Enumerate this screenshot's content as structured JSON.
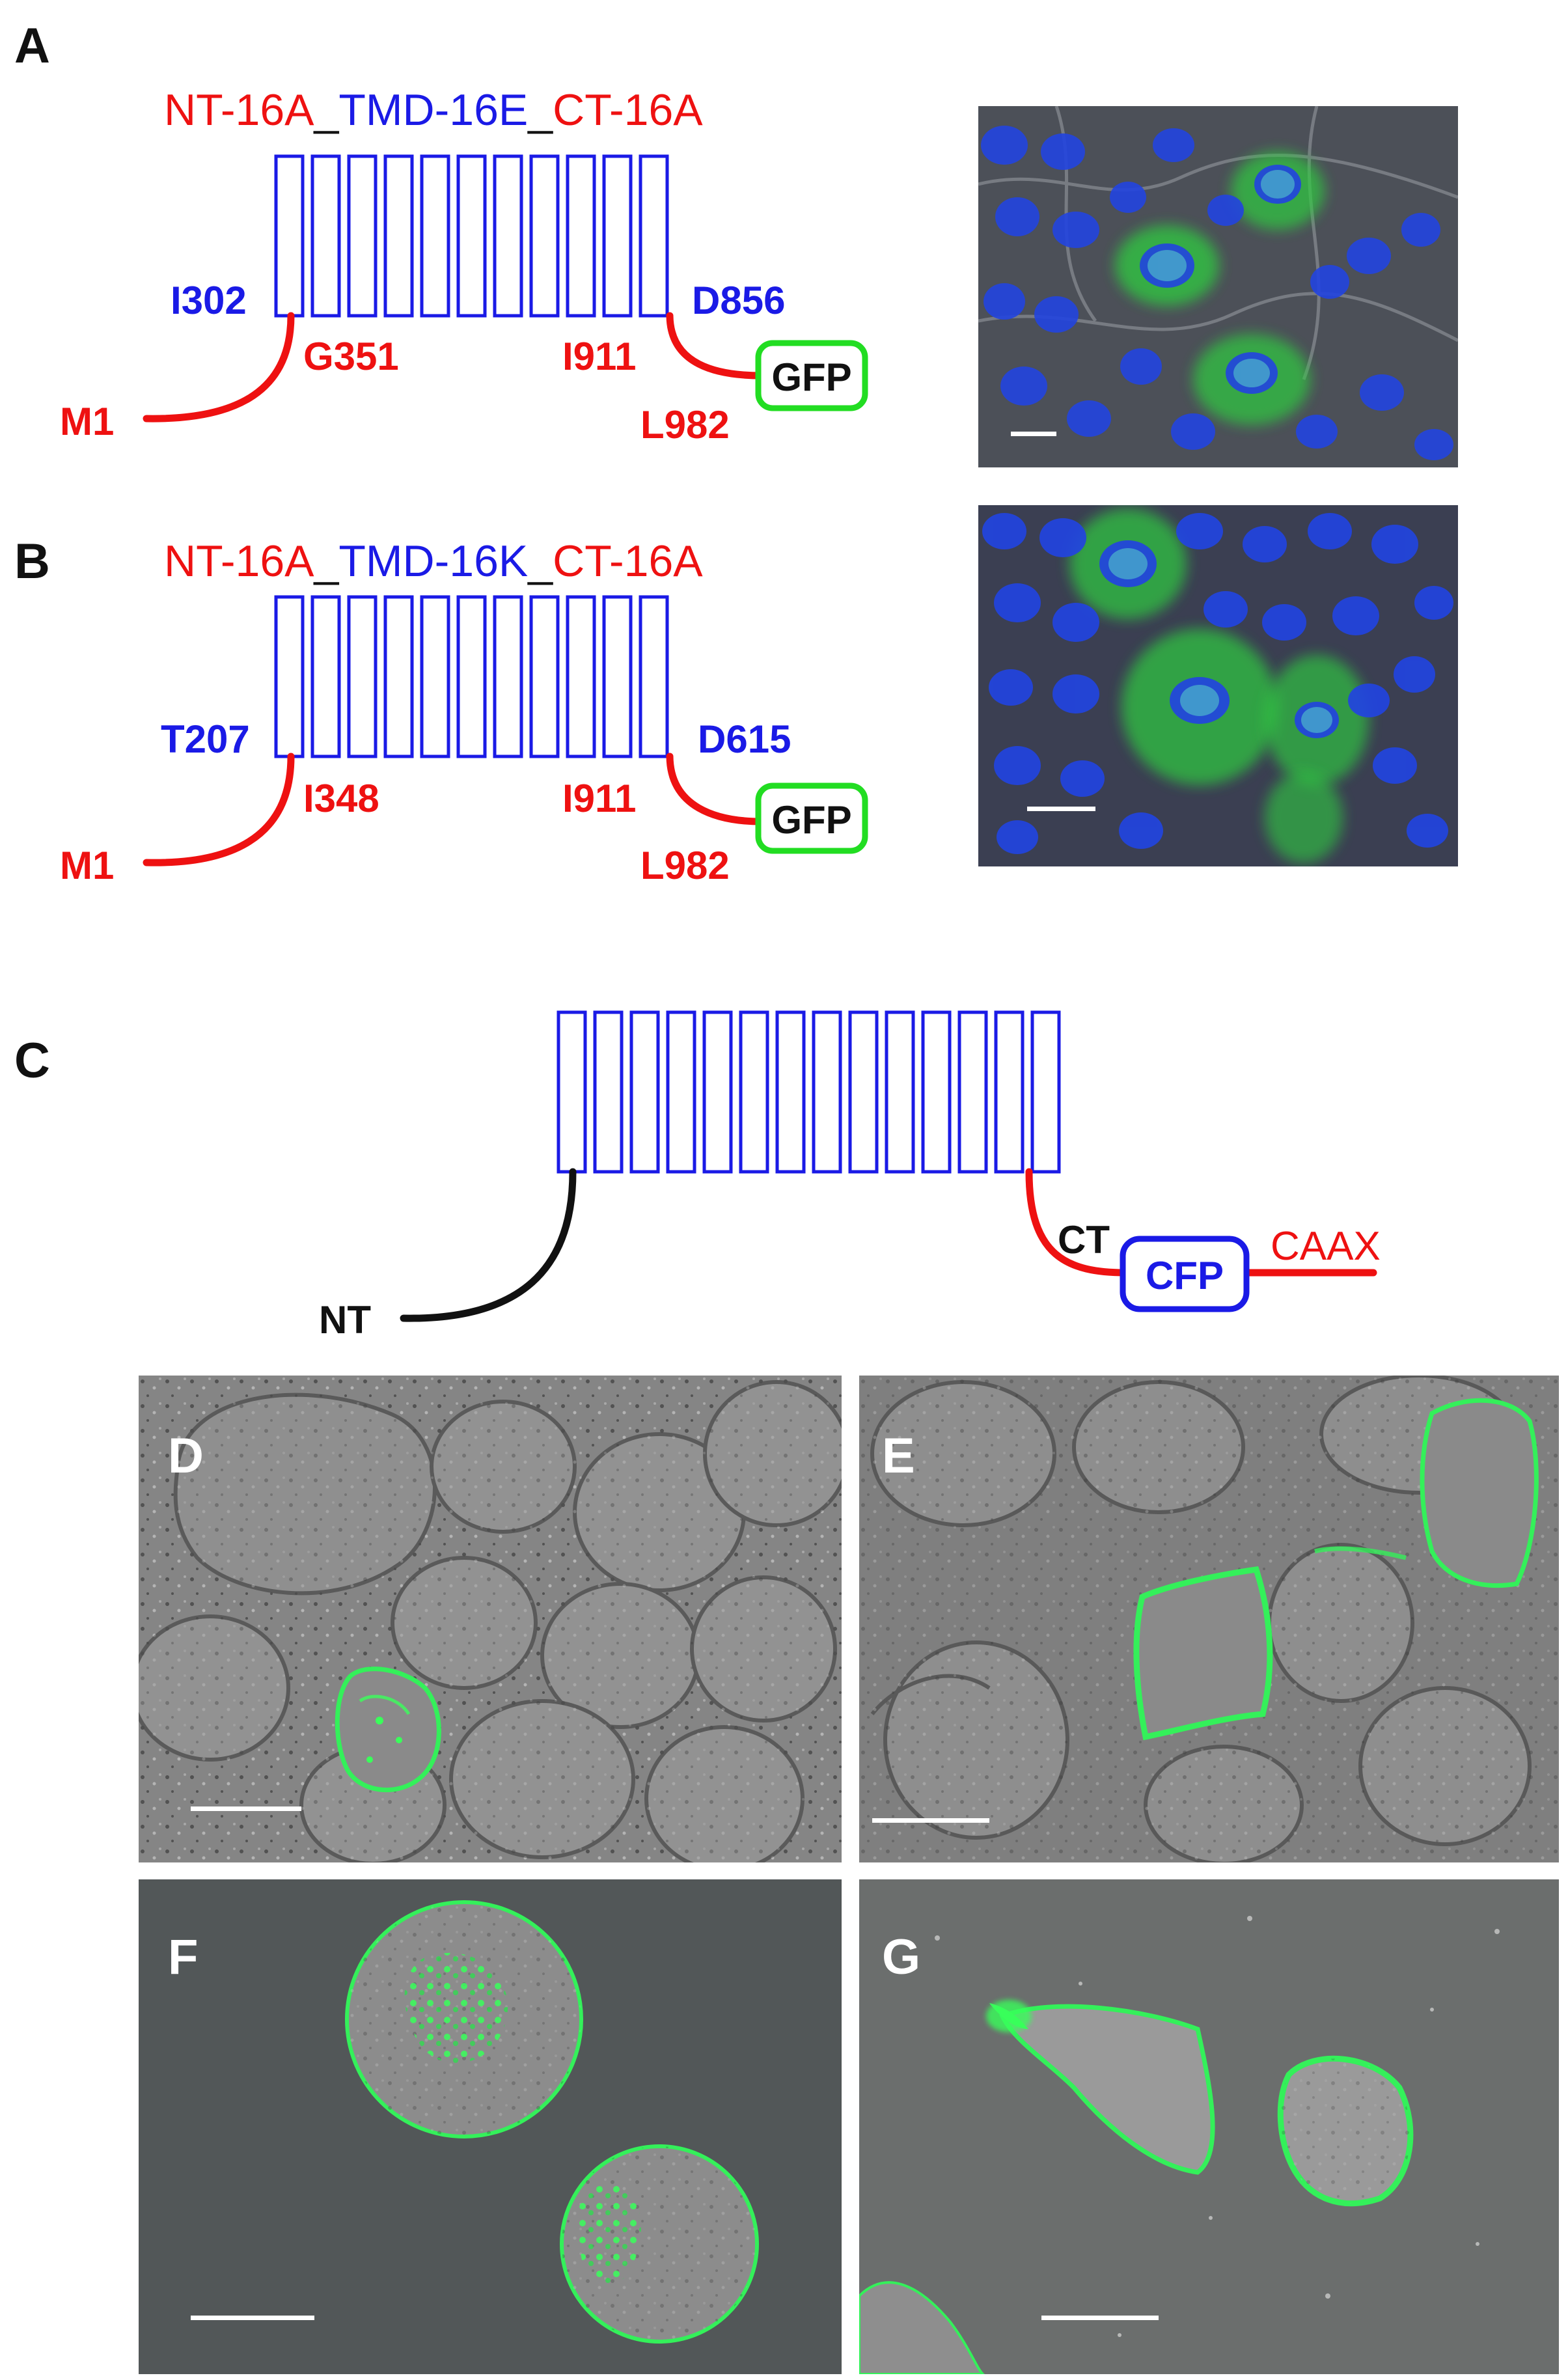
{
  "colors": {
    "blue": "#1a1ae6",
    "red": "#ee1111",
    "green": "#22dd22",
    "black": "#111111",
    "micro_bg": "#4a4f58",
    "nucleus": "#1f3fd8",
    "gfp": "#2ecc40"
  },
  "panels": {
    "A": {
      "letter": "A",
      "title_nt": "NT-16A",
      "sep1": "_",
      "title_tmd": "TMD-16E",
      "sep2": "_",
      "title_ct": "CT-16A",
      "tmd_start": "I302",
      "tmd_end": "D856",
      "nt_join": "G351",
      "ct_join": "I911",
      "nt_start": "M1",
      "ct_end": "L982",
      "tag": "GFP"
    },
    "B": {
      "letter": "B",
      "title_nt": "NT-16A",
      "sep1": "_",
      "title_tmd": "TMD-16K",
      "sep2": "_",
      "title_ct": "CT-16A",
      "tmd_start": "T207",
      "tmd_end": "D615",
      "nt_join": "I348",
      "ct_join": "I911",
      "nt_start": "M1",
      "ct_end": "L982",
      "tag": "GFP"
    },
    "C": {
      "letter": "C",
      "nt": "NT",
      "ct": "CT",
      "tag": "CFP",
      "motif": "CAAX"
    },
    "D": {
      "letter": "D"
    },
    "E": {
      "letter": "E"
    },
    "F": {
      "letter": "F"
    },
    "G": {
      "letter": "G"
    }
  }
}
